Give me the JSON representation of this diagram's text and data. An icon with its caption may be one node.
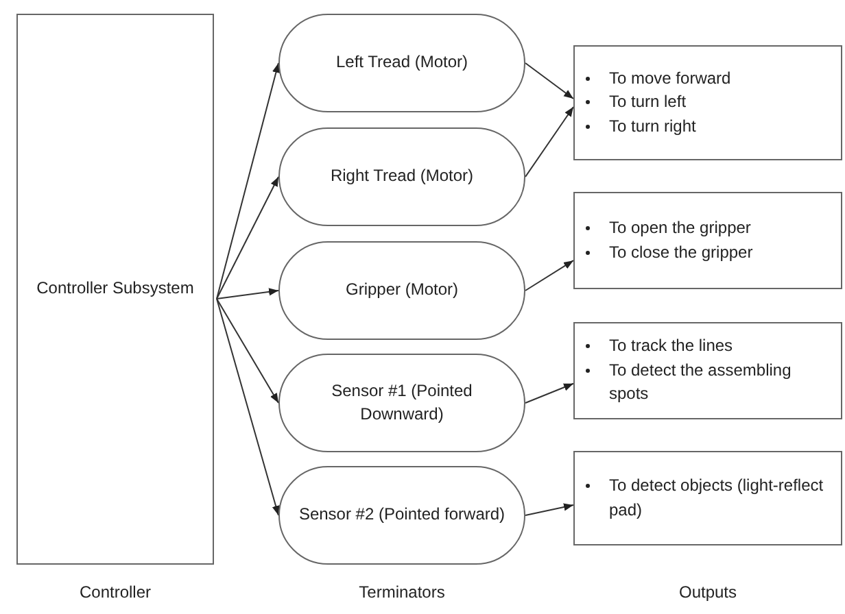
{
  "diagram": {
    "nodes": [
      {
        "text": [
          "Controller Subsystem"
        ]
      },
      {
        "text": [
          "Left Tread (Motor)"
        ]
      },
      {
        "text": [
          "Right Tread (Motor)"
        ]
      },
      {
        "text": [
          "Gripper (Motor)"
        ]
      },
      {
        "text": [
          "Sensor #1 (Pointed Downward)"
        ]
      },
      {
        "text": [
          "Sensor #2 (Pointed forward)"
        ]
      },
      {
        "text": [
          "To move forward",
          "To turn left",
          "To turn right"
        ]
      },
      {
        "text": [
          "To open the gripper",
          "To close the gripper"
        ]
      },
      {
        "text": [
          "To track the lines",
          "To detect the assembling spots"
        ]
      },
      {
        "text": [
          "To detect objects (light-reflect pad)"
        ]
      }
    ],
    "edges": [
      {
        "from": 0,
        "to": 1,
        "arrow": "to"
      },
      {
        "from": 0,
        "to": 2,
        "arrow": "to"
      },
      {
        "from": 0,
        "to": 3,
        "arrow": "to"
      },
      {
        "from": 0,
        "to": 4,
        "arrow": "to"
      },
      {
        "from": 0,
        "to": 5,
        "arrow": "to"
      },
      {
        "from": 1,
        "to": 6,
        "arrow": "to"
      },
      {
        "from": 2,
        "to": 6,
        "arrow": "to"
      },
      {
        "from": 3,
        "to": 7,
        "arrow": "to"
      },
      {
        "from": 4,
        "to": 8,
        "arrow": "to"
      },
      {
        "from": 5,
        "to": 9,
        "arrow": "to"
      }
    ],
    "labels": [
      "Controller",
      "Terminators",
      "Outputs"
    ]
  }
}
